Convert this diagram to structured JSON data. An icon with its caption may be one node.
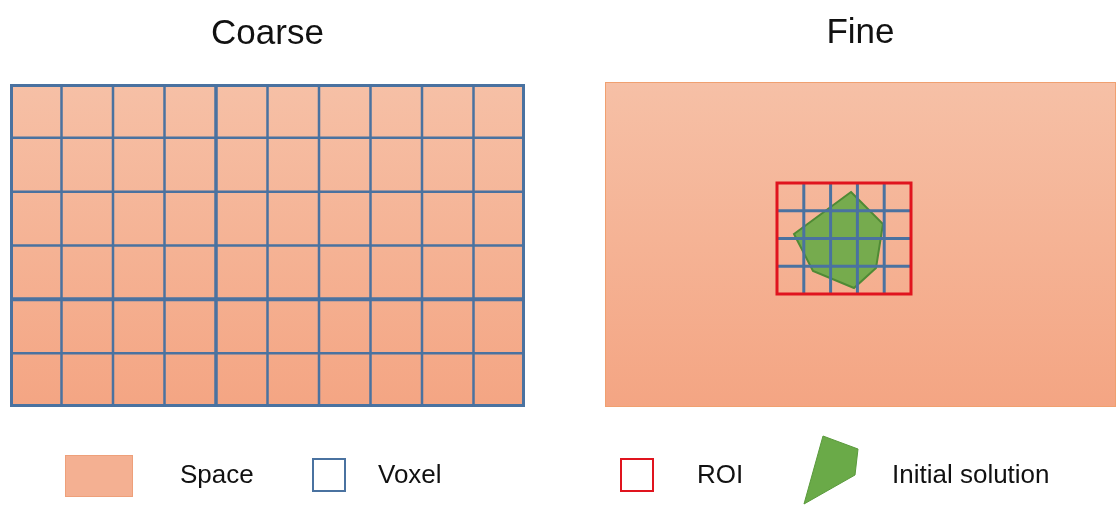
{
  "diagram": {
    "nodes": [
      {
        "text": [
          "Coarse"
        ]
      },
      {
        "text": [
          "Fine"
        ]
      }
    ],
    "legend": [
      {
        "text": "Space",
        "color": "#f4b092"
      },
      {
        "text": "Voxel"
      },
      {
        "text": "ROI"
      },
      {
        "text": "Initial solution"
      }
    ]
  }
}
